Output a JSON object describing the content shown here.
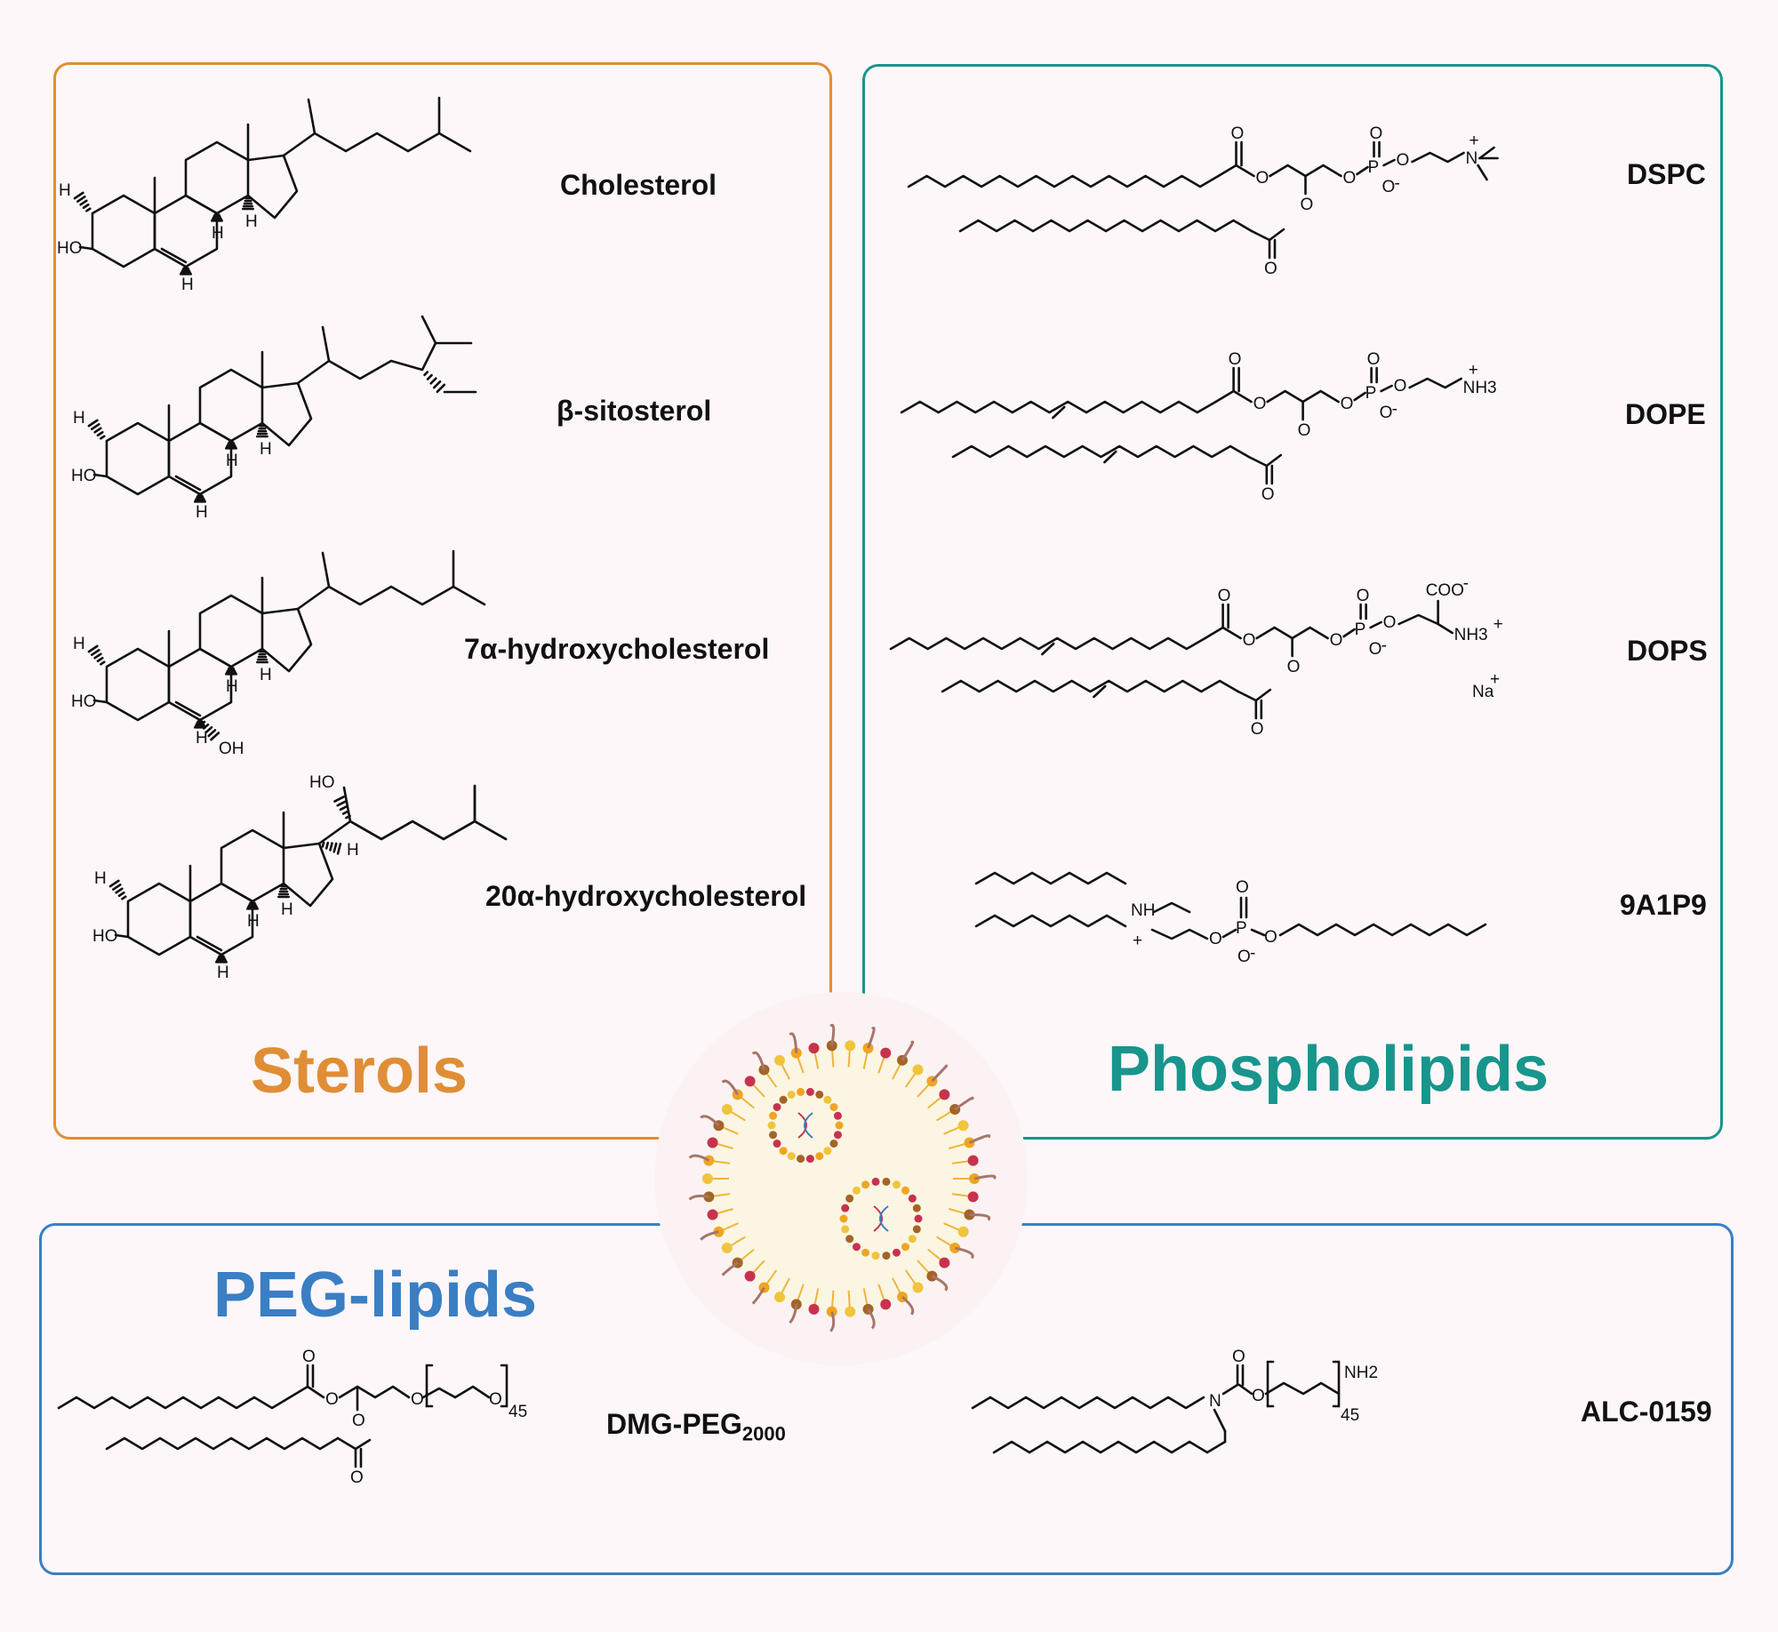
{
  "colors": {
    "sterols": "#e08e36",
    "phospholipids": "#18958c",
    "peg_lipids": "#3a7ec4"
  },
  "sterols": {
    "title": "Sterols",
    "items": [
      {
        "name": "Cholesterol"
      },
      {
        "name": "β-sitosterol"
      },
      {
        "name": "7α-hydroxycholesterol"
      },
      {
        "name": "20α-hydroxycholesterol"
      }
    ]
  },
  "phospholipids": {
    "title": "Phospholipids",
    "items": [
      {
        "name": "DSPC"
      },
      {
        "name": "DOPE"
      },
      {
        "name": "DOPS"
      },
      {
        "name": "9A1P9"
      }
    ]
  },
  "peg_lipids": {
    "title": "PEG-lipids",
    "items": [
      {
        "name": "DMG-PEG",
        "subscript": "2000"
      },
      {
        "name": "ALC-0159"
      }
    ]
  },
  "atom_labels": {
    "H": "H",
    "HO": "HO",
    "OH": "OH",
    "O": "O",
    "P": "P",
    "N": "N",
    "NH": "NH",
    "NH2": "NH2",
    "NH3": "NH3",
    "COO": "COO",
    "Na": "Na",
    "O_minus": "O",
    "plus": "+",
    "minus": "-",
    "repeat": "45"
  }
}
